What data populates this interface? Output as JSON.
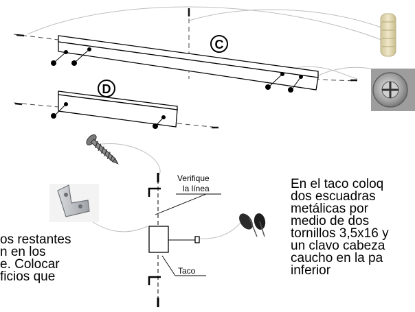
{
  "labels": {
    "part_c": "C",
    "part_d": "D",
    "verify": "Verifique",
    "verify2": "la línea",
    "taco": "Taco"
  },
  "left_text": [
    "os restantes",
    "n en los",
    "e. Colocar",
    "ficios que"
  ],
  "right_text": [
    "En el taco coloq",
    "dos escuadras",
    "metálicas por",
    "medio de dos",
    "tornillos 3,5x16 y",
    "un clavo cabeza",
    "caucho en la pa",
    "inferior"
  ],
  "icons": [
    "wooden-dowel-icon",
    "cam-lock-icon",
    "wood-screw-icon",
    "metal-corner-bracket-icon",
    "rubber-head-nail-icon"
  ]
}
